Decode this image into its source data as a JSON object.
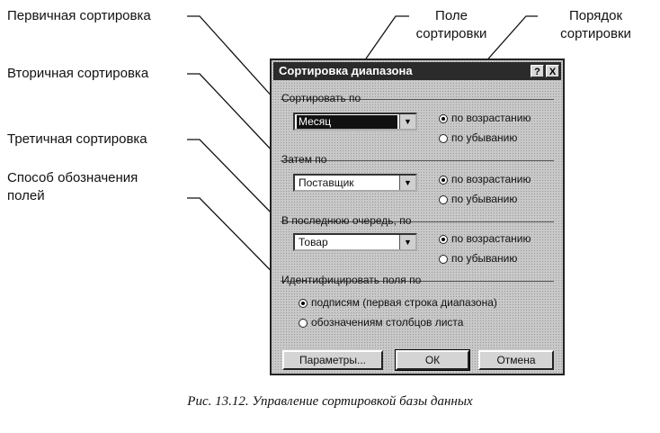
{
  "callouts": {
    "primary": "Первичная сортировка",
    "field_line1": "Поле",
    "field_line2": "сортировки",
    "order_line1": "Порядок",
    "order_line2": "сортировки",
    "secondary": "Вторичная сортировка",
    "tertiary": "Третичная сортировка",
    "method_line1": "Способ обозначения",
    "method_line2": "полей"
  },
  "dialog": {
    "title": "Сортировка диапазона",
    "help_label": "?",
    "close_label": "X",
    "sort_by": {
      "label": "Сортировать по",
      "value": "Месяц",
      "asc": "по возрастанию",
      "desc": "по убыванию"
    },
    "then_by": {
      "label": "Затем по",
      "value": "Поставщик",
      "asc": "по возрастанию",
      "desc": "по убыванию"
    },
    "last_by": {
      "label": "В последнюю очередь, по",
      "value": "Товар",
      "asc": "по возрастанию",
      "desc": "по убыванию"
    },
    "identify": {
      "label": "Идентифицировать поля по",
      "option1": "подписям (первая строка диапазона)",
      "option2": "обозначениям столбцов листа"
    },
    "buttons": {
      "params": "Параметры...",
      "ok": "ОК",
      "cancel": "Отмена"
    }
  },
  "caption": "Рис. 13.12. Управление сортировкой базы данных"
}
